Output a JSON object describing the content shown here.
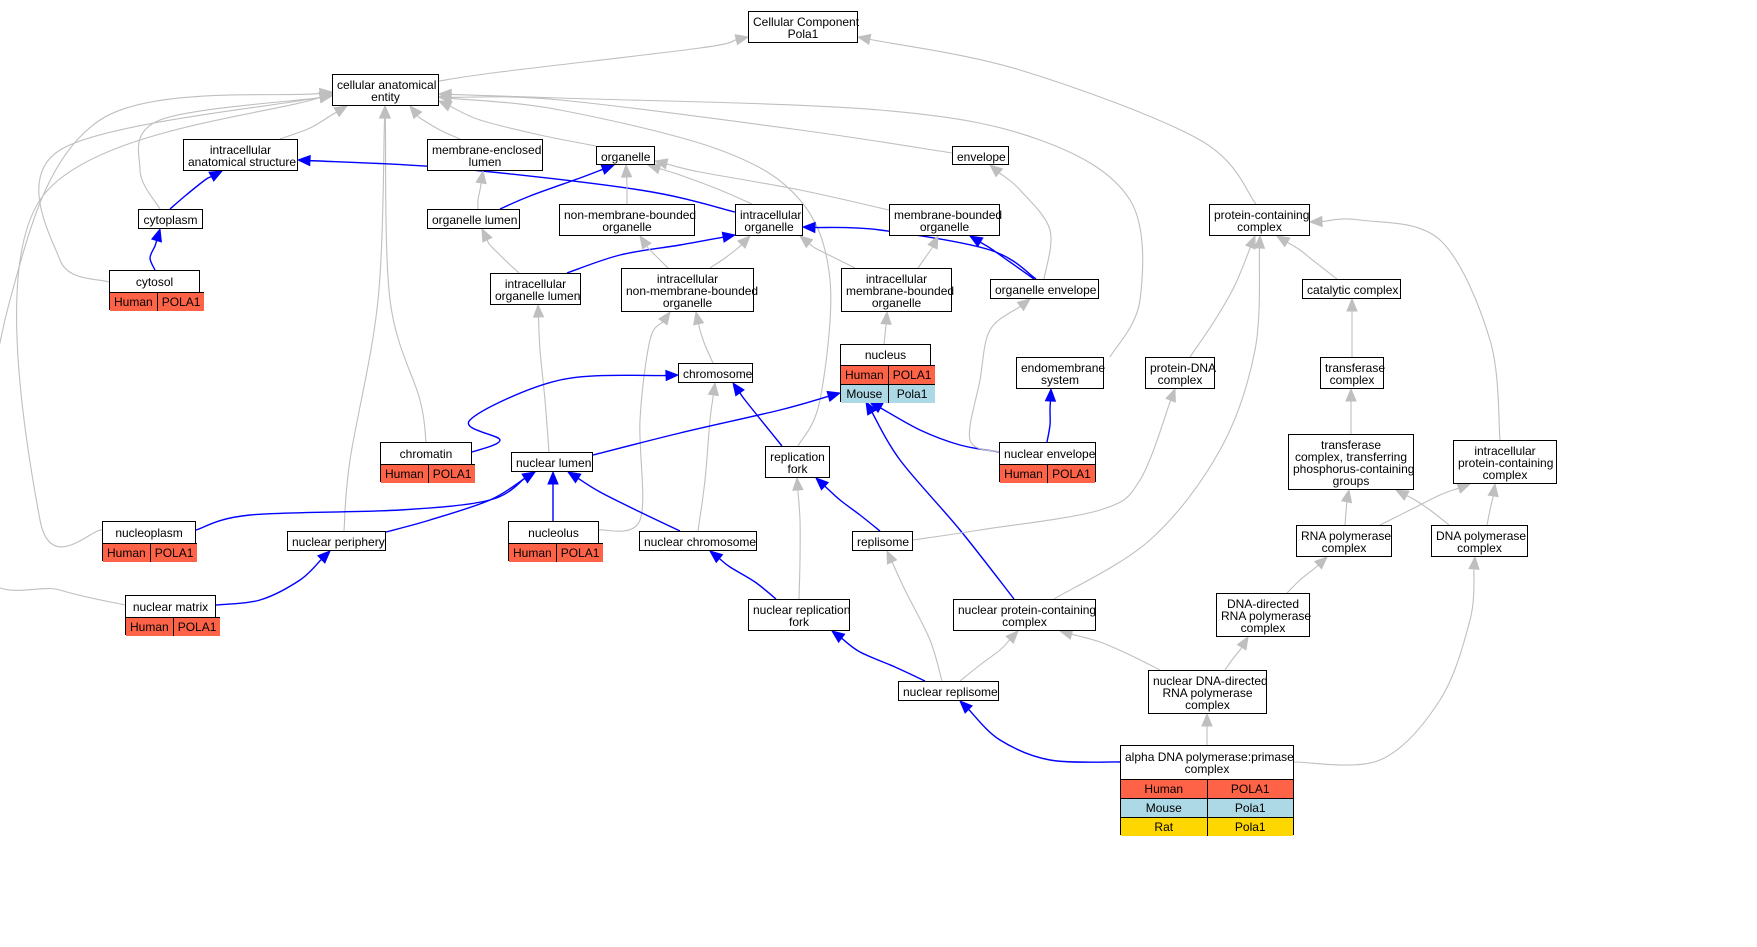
{
  "colors": {
    "gray_edge": "#bfbfbf",
    "blue_edge": "#0000ff",
    "Human": "#ff6347",
    "Mouse": "#add8e6",
    "Rat": "#ffd700"
  },
  "nodes": [
    {
      "id": "cc",
      "lines": [
        "Cellular Component",
        "Pola1"
      ]
    },
    {
      "id": "cae",
      "lines": [
        "cellular anatomical",
        "entity"
      ]
    },
    {
      "id": "ias",
      "lines": [
        "intracellular",
        "anatomical structure"
      ]
    },
    {
      "id": "mel",
      "lines": [
        "membrane-enclosed",
        "lumen"
      ]
    },
    {
      "id": "organelle",
      "lines": [
        "organelle"
      ]
    },
    {
      "id": "envelope",
      "lines": [
        "envelope"
      ]
    },
    {
      "id": "cytoplasm",
      "lines": [
        "cytoplasm"
      ]
    },
    {
      "id": "org_lumen",
      "lines": [
        "organelle lumen"
      ]
    },
    {
      "id": "nmbo",
      "lines": [
        "non-membrane-bounded",
        "organelle"
      ]
    },
    {
      "id": "io",
      "lines": [
        "intracellular",
        "organelle"
      ]
    },
    {
      "id": "mbo",
      "lines": [
        "membrane-bounded",
        "organelle"
      ]
    },
    {
      "id": "pcc",
      "lines": [
        "protein-containing",
        "complex"
      ]
    },
    {
      "id": "cytosol",
      "lines": [
        "cytosol"
      ],
      "orthologs": [
        [
          "Human",
          "POLA1"
        ]
      ]
    },
    {
      "id": "iol",
      "lines": [
        "intracellular",
        "organelle lumen"
      ]
    },
    {
      "id": "inmbo",
      "lines": [
        "intracellular",
        "non-membrane-bounded",
        "organelle"
      ]
    },
    {
      "id": "imbo",
      "lines": [
        "intracellular",
        "membrane-bounded",
        "organelle"
      ]
    },
    {
      "id": "org_env",
      "lines": [
        "organelle envelope"
      ]
    },
    {
      "id": "cat",
      "lines": [
        "catalytic complex"
      ]
    },
    {
      "id": "nucleus",
      "lines": [
        "nucleus"
      ],
      "orthologs": [
        [
          "Human",
          "POLA1"
        ],
        [
          "Mouse",
          "Pola1"
        ]
      ]
    },
    {
      "id": "chromosome",
      "lines": [
        "chromosome"
      ]
    },
    {
      "id": "endo",
      "lines": [
        "endomembrane",
        "system"
      ]
    },
    {
      "id": "pdna",
      "lines": [
        "protein-DNA",
        "complex"
      ]
    },
    {
      "id": "transferase",
      "lines": [
        "transferase",
        "complex"
      ]
    },
    {
      "id": "chromatin",
      "lines": [
        "chromatin"
      ],
      "orthologs": [
        [
          "Human",
          "POLA1"
        ]
      ]
    },
    {
      "id": "nlumen",
      "lines": [
        "nuclear lumen"
      ]
    },
    {
      "id": "repfork",
      "lines": [
        "replication",
        "fork"
      ]
    },
    {
      "id": "nenv",
      "lines": [
        "nuclear envelope"
      ],
      "orthologs": [
        [
          "Human",
          "POLA1"
        ]
      ]
    },
    {
      "id": "tcp",
      "lines": [
        "transferase",
        "complex, transferring",
        "phosphorus-containing",
        "groups"
      ]
    },
    {
      "id": "ipcc",
      "lines": [
        "intracellular",
        "protein-containing",
        "complex"
      ]
    },
    {
      "id": "nucleoplasm",
      "lines": [
        "nucleoplasm"
      ],
      "orthologs": [
        [
          "Human",
          "POLA1"
        ]
      ]
    },
    {
      "id": "nperiph",
      "lines": [
        "nuclear periphery"
      ]
    },
    {
      "id": "nucleolus",
      "lines": [
        "nucleolus"
      ],
      "orthologs": [
        [
          "Human",
          "POLA1"
        ]
      ]
    },
    {
      "id": "nchrom",
      "lines": [
        "nuclear chromosome"
      ]
    },
    {
      "id": "replisome",
      "lines": [
        "replisome"
      ]
    },
    {
      "id": "rnapol",
      "lines": [
        "RNA polymerase",
        "complex"
      ]
    },
    {
      "id": "dnapol",
      "lines": [
        "DNA polymerase",
        "complex"
      ]
    },
    {
      "id": "nmatrix",
      "lines": [
        "nuclear matrix"
      ],
      "orthologs": [
        [
          "Human",
          "POLA1"
        ]
      ]
    },
    {
      "id": "nrepfork",
      "lines": [
        "nuclear replication",
        "fork"
      ]
    },
    {
      "id": "npcc",
      "lines": [
        "nuclear protein-containing",
        "complex"
      ]
    },
    {
      "id": "ddrpc",
      "lines": [
        "DNA-directed",
        "RNA polymerase",
        "complex"
      ]
    },
    {
      "id": "nrepl",
      "lines": [
        "nuclear replisome"
      ]
    },
    {
      "id": "nddrpc",
      "lines": [
        "nuclear DNA-directed",
        "RNA polymerase",
        "complex"
      ]
    },
    {
      "id": "alpha",
      "lines": [
        "alpha DNA polymerase:primase",
        "complex"
      ],
      "orthologs": [
        [
          "Human",
          "POLA1"
        ],
        [
          "Mouse",
          "Pola1"
        ],
        [
          "Rat",
          "Pola1"
        ]
      ]
    }
  ],
  "edges": [
    {
      "from": "cae",
      "to": "cc",
      "kind": "is_a"
    },
    {
      "from": "pcc",
      "to": "cc",
      "kind": "is_a"
    },
    {
      "from": "ias",
      "to": "cae",
      "kind": "is_a"
    },
    {
      "from": "mel",
      "to": "cae",
      "kind": "is_a"
    },
    {
      "from": "organelle",
      "to": "cae",
      "kind": "is_a"
    },
    {
      "from": "envelope",
      "to": "cae",
      "kind": "is_a"
    },
    {
      "from": "cytoplasm",
      "to": "cae",
      "kind": "is_a"
    },
    {
      "from": "cytosol",
      "to": "cae",
      "kind": "is_a"
    },
    {
      "from": "nucleoplasm",
      "to": "cae",
      "kind": "is_a"
    },
    {
      "from": "nmatrix",
      "to": "cae",
      "kind": "is_a"
    },
    {
      "from": "chromatin",
      "to": "cae",
      "kind": "is_a"
    },
    {
      "from": "nperiph",
      "to": "cae",
      "kind": "is_a"
    },
    {
      "from": "repfork",
      "to": "cae",
      "kind": "is_a"
    },
    {
      "from": "endo",
      "to": "cae",
      "kind": "is_a"
    },
    {
      "from": "cytoplasm",
      "to": "ias",
      "kind": "part_of"
    },
    {
      "from": "cytosol",
      "to": "cytoplasm",
      "kind": "part_of"
    },
    {
      "from": "io",
      "to": "ias",
      "kind": "part_of"
    },
    {
      "from": "org_lumen",
      "to": "mel",
      "kind": "is_a"
    },
    {
      "from": "org_lumen",
      "to": "organelle",
      "kind": "part_of"
    },
    {
      "from": "nmbo",
      "to": "organelle",
      "kind": "is_a"
    },
    {
      "from": "io",
      "to": "organelle",
      "kind": "is_a"
    },
    {
      "from": "mbo",
      "to": "organelle",
      "kind": "is_a"
    },
    {
      "from": "org_env",
      "to": "envelope",
      "kind": "is_a"
    },
    {
      "from": "org_env",
      "to": "mbo",
      "kind": "part_of"
    },
    {
      "from": "org_env",
      "to": "io",
      "kind": "part_of"
    },
    {
      "from": "iol",
      "to": "org_lumen",
      "kind": "is_a"
    },
    {
      "from": "iol",
      "to": "io",
      "kind": "part_of"
    },
    {
      "from": "inmbo",
      "to": "nmbo",
      "kind": "is_a"
    },
    {
      "from": "inmbo",
      "to": "io",
      "kind": "is_a"
    },
    {
      "from": "imbo",
      "to": "io",
      "kind": "is_a"
    },
    {
      "from": "imbo",
      "to": "mbo",
      "kind": "is_a"
    },
    {
      "from": "nucleus",
      "to": "imbo",
      "kind": "is_a"
    },
    {
      "from": "chromosome",
      "to": "inmbo",
      "kind": "is_a"
    },
    {
      "from": "nucleolus",
      "to": "inmbo",
      "kind": "is_a"
    },
    {
      "from": "nlumen",
      "to": "iol",
      "kind": "is_a"
    },
    {
      "from": "chromatin",
      "to": "chromosome",
      "kind": "part_of"
    },
    {
      "from": "repfork",
      "to": "chromosome",
      "kind": "part_of"
    },
    {
      "from": "nchrom",
      "to": "chromosome",
      "kind": "is_a"
    },
    {
      "from": "nlumen",
      "to": "nucleus",
      "kind": "part_of"
    },
    {
      "from": "nenv",
      "to": "nucleus",
      "kind": "part_of"
    },
    {
      "from": "npcc",
      "to": "nucleus",
      "kind": "part_of"
    },
    {
      "from": "nenv",
      "to": "org_env",
      "kind": "is_a"
    },
    {
      "from": "nenv",
      "to": "endo",
      "kind": "part_of"
    },
    {
      "from": "nucleoplasm",
      "to": "nlumen",
      "kind": "part_of"
    },
    {
      "from": "nperiph",
      "to": "nlumen",
      "kind": "part_of"
    },
    {
      "from": "nucleolus",
      "to": "nlumen",
      "kind": "part_of"
    },
    {
      "from": "nchrom",
      "to": "nlumen",
      "kind": "part_of"
    },
    {
      "from": "nmatrix",
      "to": "nperiph",
      "kind": "part_of"
    },
    {
      "from": "nrepfork",
      "to": "nchrom",
      "kind": "part_of"
    },
    {
      "from": "nrepfork",
      "to": "repfork",
      "kind": "is_a"
    },
    {
      "from": "replisome",
      "to": "repfork",
      "kind": "part_of"
    },
    {
      "from": "replisome",
      "to": "pdna",
      "kind": "is_a"
    },
    {
      "from": "nrepl",
      "to": "nrepfork",
      "kind": "part_of"
    },
    {
      "from": "nrepl",
      "to": "replisome",
      "kind": "is_a"
    },
    {
      "from": "nrepl",
      "to": "npcc",
      "kind": "is_a"
    },
    {
      "from": "pdna",
      "to": "pcc",
      "kind": "is_a"
    },
    {
      "from": "npcc",
      "to": "pcc",
      "kind": "is_a"
    },
    {
      "from": "cat",
      "to": "pcc",
      "kind": "is_a"
    },
    {
      "from": "ipcc",
      "to": "pcc",
      "kind": "is_a"
    },
    {
      "from": "transferase",
      "to": "cat",
      "kind": "is_a"
    },
    {
      "from": "tcp",
      "to": "transferase",
      "kind": "is_a"
    },
    {
      "from": "rnapol",
      "to": "tcp",
      "kind": "is_a"
    },
    {
      "from": "rnapol",
      "to": "ipcc",
      "kind": "is_a"
    },
    {
      "from": "dnapol",
      "to": "tcp",
      "kind": "is_a"
    },
    {
      "from": "dnapol",
      "to": "ipcc",
      "kind": "is_a"
    },
    {
      "from": "ddrpc",
      "to": "rnapol",
      "kind": "is_a"
    },
    {
      "from": "nddrpc",
      "to": "ddrpc",
      "kind": "is_a"
    },
    {
      "from": "nddrpc",
      "to": "npcc",
      "kind": "is_a"
    },
    {
      "from": "alpha",
      "to": "nddrpc",
      "kind": "is_a"
    },
    {
      "from": "alpha",
      "to": "dnapol",
      "kind": "is_a"
    },
    {
      "from": "alpha",
      "to": "nrepl",
      "kind": "part_of"
    }
  ]
}
